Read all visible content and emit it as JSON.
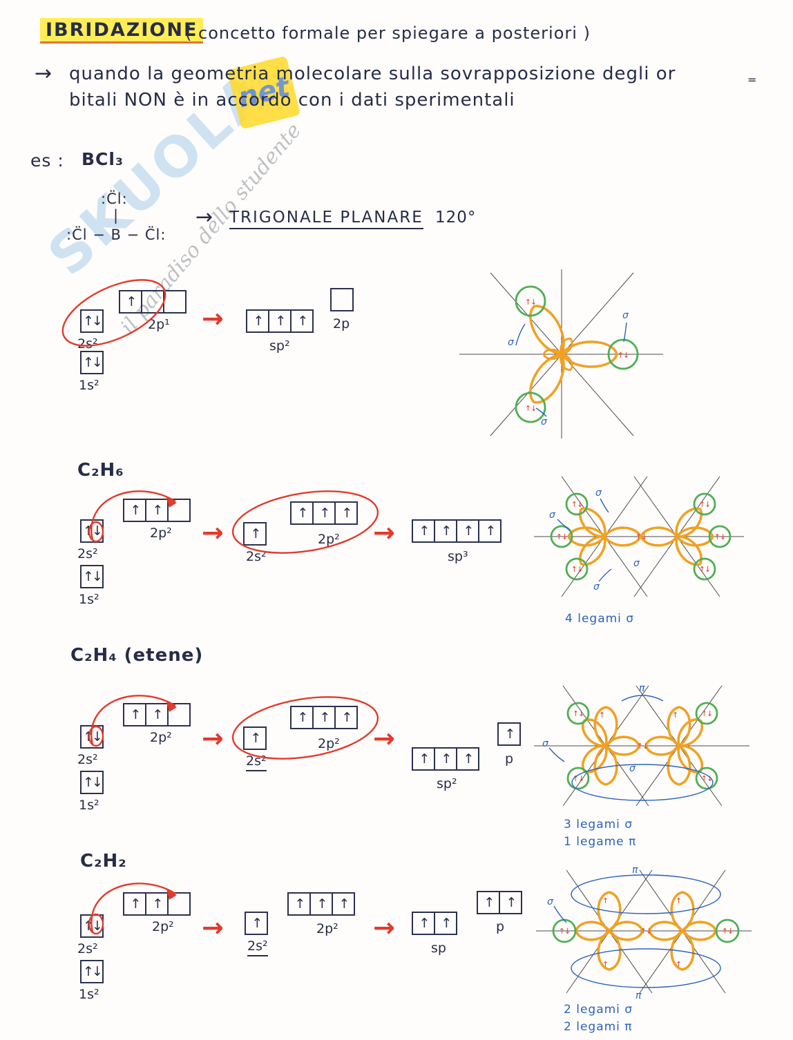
{
  "symbols": {
    "arrow": "→",
    "pair": "↑↓",
    "up": "↑",
    "sigma": "σ",
    "pi": "π"
  },
  "watermark": {
    "brand": "SKUOLA",
    "net": "net",
    "tagline": "il paradiso dello studente"
  },
  "header": {
    "title": "IBRIDAZIONE",
    "subtitle": "( concetto formale per spiegare a posteriori )",
    "line1": "quando la geometria molecolare sulla sovrapposizione degli or",
    "line1_hyphen": "=",
    "line2": "bitali NON è in accordo con i dati sperimentali"
  },
  "example": {
    "label": "es :",
    "formula": "BCl₃",
    "lewis_top": ":C̈l:",
    "lewis_bond": "|",
    "lewis_bottom": ":C̈l − B − C̈l:",
    "geometry": "TRIGONALE PLANARE",
    "angle": "120°"
  },
  "boron": {
    "p_cells": [
      "↑",
      "",
      ""
    ],
    "p_label": "2p¹",
    "s_cell": "↑↓",
    "s_label": "2s²",
    "core_cell": "↑↓",
    "core_label": "1s²",
    "hybrid_cells": [
      "↑",
      "↑",
      "↑"
    ],
    "hybrid_label": "sp²",
    "empty_p_cell": "",
    "empty_p_label": "2p"
  },
  "ethane": {
    "title": "C₂H₆",
    "p_cells": [
      "↑",
      "↑",
      ""
    ],
    "p_label": "2p²",
    "s_cell": "↑↓",
    "s_label": "2s²",
    "core_cell": "↑↓",
    "core_label": "1s²",
    "mid_s_cell": "↑",
    "mid_s_label": "2s²",
    "mid_p_cells": [
      "↑",
      "↑",
      "↑"
    ],
    "mid_p_label": "2p²",
    "hybrid_cells": [
      "↑",
      "↑",
      "↑",
      "↑"
    ],
    "hybrid_label": "sp³",
    "caption1": "4 legami σ"
  },
  "ethene": {
    "title": "C₂H₄ (etene)",
    "p_cells": [
      "↑",
      "↑",
      ""
    ],
    "p_label": "2p²",
    "s_cell": "↑↓",
    "s_label": "2s²",
    "core_cell": "↑↓",
    "core_label": "1s²",
    "mid_s_cell": "↑",
    "mid_s_label": "2s²",
    "mid_p_cells": [
      "↑",
      "↑",
      "↑"
    ],
    "mid_p_label": "2p²",
    "hybrid_cells": [
      "↑",
      "↑",
      "↑"
    ],
    "hybrid_label": "sp²",
    "pure_p_cells": [
      "↑"
    ],
    "pure_p_label": "p",
    "caption1": "3 legami σ",
    "caption2": "1 legame π"
  },
  "ethyne": {
    "title": "C₂H₂",
    "p_cells": [
      "↑",
      "↑",
      ""
    ],
    "p_label": "2p²",
    "s_cell": "↑↓",
    "s_label": "2s²",
    "core_cell": "↑↓",
    "core_label": "1s²",
    "mid_s_cell": "↑",
    "mid_s_label": "2s²",
    "mid_p_cells": [
      "↑",
      "↑",
      "↑"
    ],
    "mid_p_label": "2p²",
    "hybrid_cells": [
      "↑",
      "↑"
    ],
    "hybrid_label": "sp",
    "pure_p_cells": [
      "↑",
      "↑"
    ],
    "pure_p_label": "p",
    "caption1": "2 legami σ",
    "caption2": "2 legami π"
  }
}
